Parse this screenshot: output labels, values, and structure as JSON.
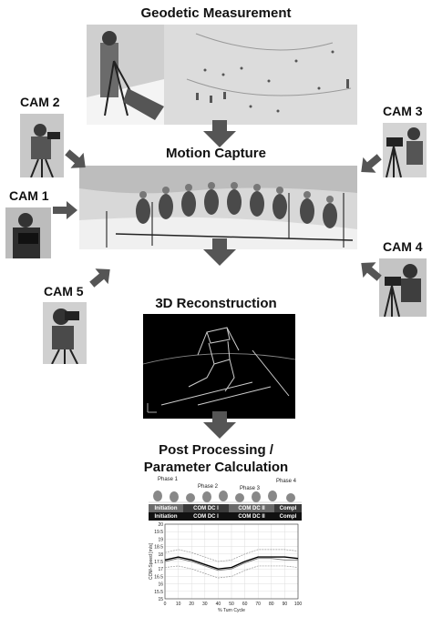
{
  "titles": {
    "geodetic": "Geodetic Measurement",
    "motion": "Motion Capture",
    "reconstruction": "3D Reconstruction",
    "post_line1": "Post Processing /",
    "post_line2": "Parameter Calculation"
  },
  "cameras": {
    "cam1": "CAM 1",
    "cam2": "CAM 2",
    "cam3": "CAM 3",
    "cam4": "CAM 4",
    "cam5": "CAM 5"
  },
  "colors": {
    "arrow": "#555555",
    "bar_dark": "#3a3a3a",
    "bar_black": "#111111",
    "recon_bg": "#000000"
  },
  "post_processing": {
    "phases": [
      "Phase 1",
      "Phase 2",
      "Phase 3",
      "Phase 4"
    ],
    "bar_top": [
      "Initiation",
      "COM DC I",
      "COM DC II",
      "Compl"
    ],
    "bar_bottom": [
      "Initiation",
      "COM DC I",
      "COM DC II",
      "Compl"
    ]
  },
  "chart_data": {
    "type": "line",
    "xlabel": "% Turn Cycle",
    "ylabel": "COM-Speed [m/s]",
    "xlim": [
      0,
      100
    ],
    "ylim": [
      15,
      20
    ],
    "x_ticks": [
      0,
      10,
      20,
      30,
      40,
      50,
      60,
      70,
      80,
      90,
      100
    ],
    "y_ticks": [
      15,
      15.5,
      16,
      16.5,
      17,
      17.5,
      18,
      18.5,
      19,
      19.5,
      20
    ],
    "grid": true,
    "x": [
      0,
      10,
      20,
      30,
      40,
      50,
      60,
      70,
      80,
      90,
      100
    ],
    "series": [
      {
        "values": [
          17.6,
          17.8,
          17.6,
          17.3,
          17.0,
          17.1,
          17.5,
          17.8,
          17.8,
          17.8,
          17.7
        ]
      },
      {
        "values": [
          17.5,
          17.7,
          17.5,
          17.2,
          16.9,
          17.0,
          17.4,
          17.7,
          17.7,
          17.6,
          17.6
        ]
      },
      {
        "values": [
          18.1,
          18.3,
          18.1,
          17.8,
          17.5,
          17.6,
          18.0,
          18.3,
          18.3,
          18.3,
          18.2
        ]
      },
      {
        "values": [
          17.1,
          17.2,
          17.0,
          16.7,
          16.4,
          16.5,
          16.9,
          17.2,
          17.2,
          17.2,
          17.1
        ]
      }
    ]
  }
}
